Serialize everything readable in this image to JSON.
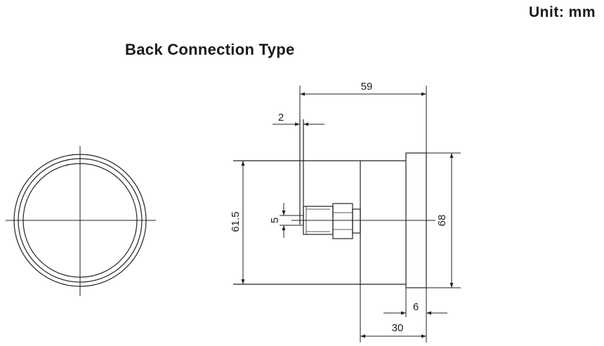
{
  "header": {
    "unit_label": "Unit: mm",
    "title": "Back Connection Type"
  },
  "dimensions": {
    "overall_depth": "59",
    "dial_thickness": "2",
    "case_diameter": "61.5",
    "thread_size": "5",
    "flange_diameter": "68",
    "flange_thickness": "6",
    "rear_depth": "30"
  },
  "colors": {
    "line": "#222222",
    "background": "#ffffff"
  }
}
